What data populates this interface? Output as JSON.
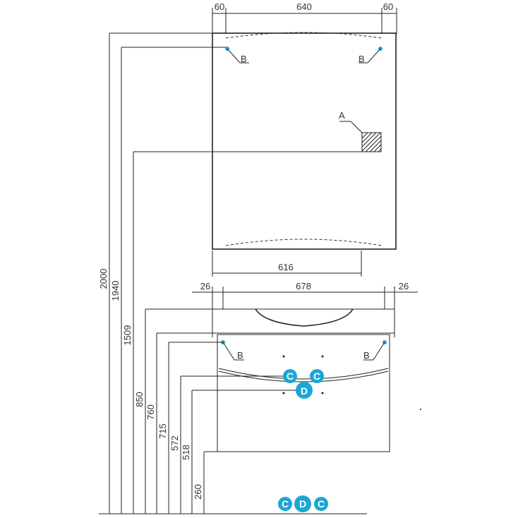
{
  "top_widths": {
    "left": "60",
    "middle": "640",
    "right": "60"
  },
  "mirror_width": "616",
  "cabinet_widths": {
    "left": "26",
    "middle": "678",
    "right": "26"
  },
  "heights": {
    "h2000": "2000",
    "h1940": "1940",
    "h1509": "1509",
    "h850": "850",
    "h760": "760",
    "h715": "715",
    "h572": "572",
    "h518": "518",
    "h260": "260"
  },
  "labels": {
    "a": "A",
    "b": "B",
    "c": "C",
    "d": "D"
  },
  "colors": {
    "line": "#222222",
    "marker": "#1ba7d6",
    "point": "#1ba7d6"
  }
}
